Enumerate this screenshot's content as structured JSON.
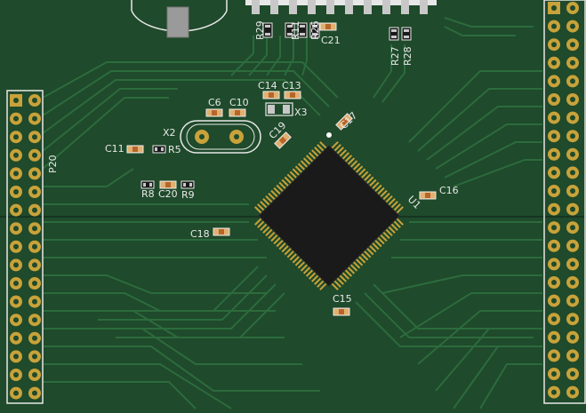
{
  "colors": {
    "board": "#1f4a2b",
    "trace": "#2c6b3d",
    "copper": "#c8a23a",
    "silk": "#e8e8e8",
    "ic_body": "#1a1a1a",
    "cap_body": "#c8732a"
  },
  "components": {
    "top_resistors": [
      "R29",
      "R11",
      "R26",
      "C21"
    ],
    "right_resistors": [
      "R27",
      "R28"
    ],
    "caps_top": [
      "C14",
      "C13",
      "C6",
      "C10"
    ],
    "crystals": [
      "X2",
      "X3"
    ],
    "misc": [
      "C11",
      "R5",
      "C19",
      "C17",
      "R8",
      "C20",
      "R9",
      "C16",
      "C18",
      "C15"
    ],
    "ic": "U1",
    "header_left": "P20"
  }
}
